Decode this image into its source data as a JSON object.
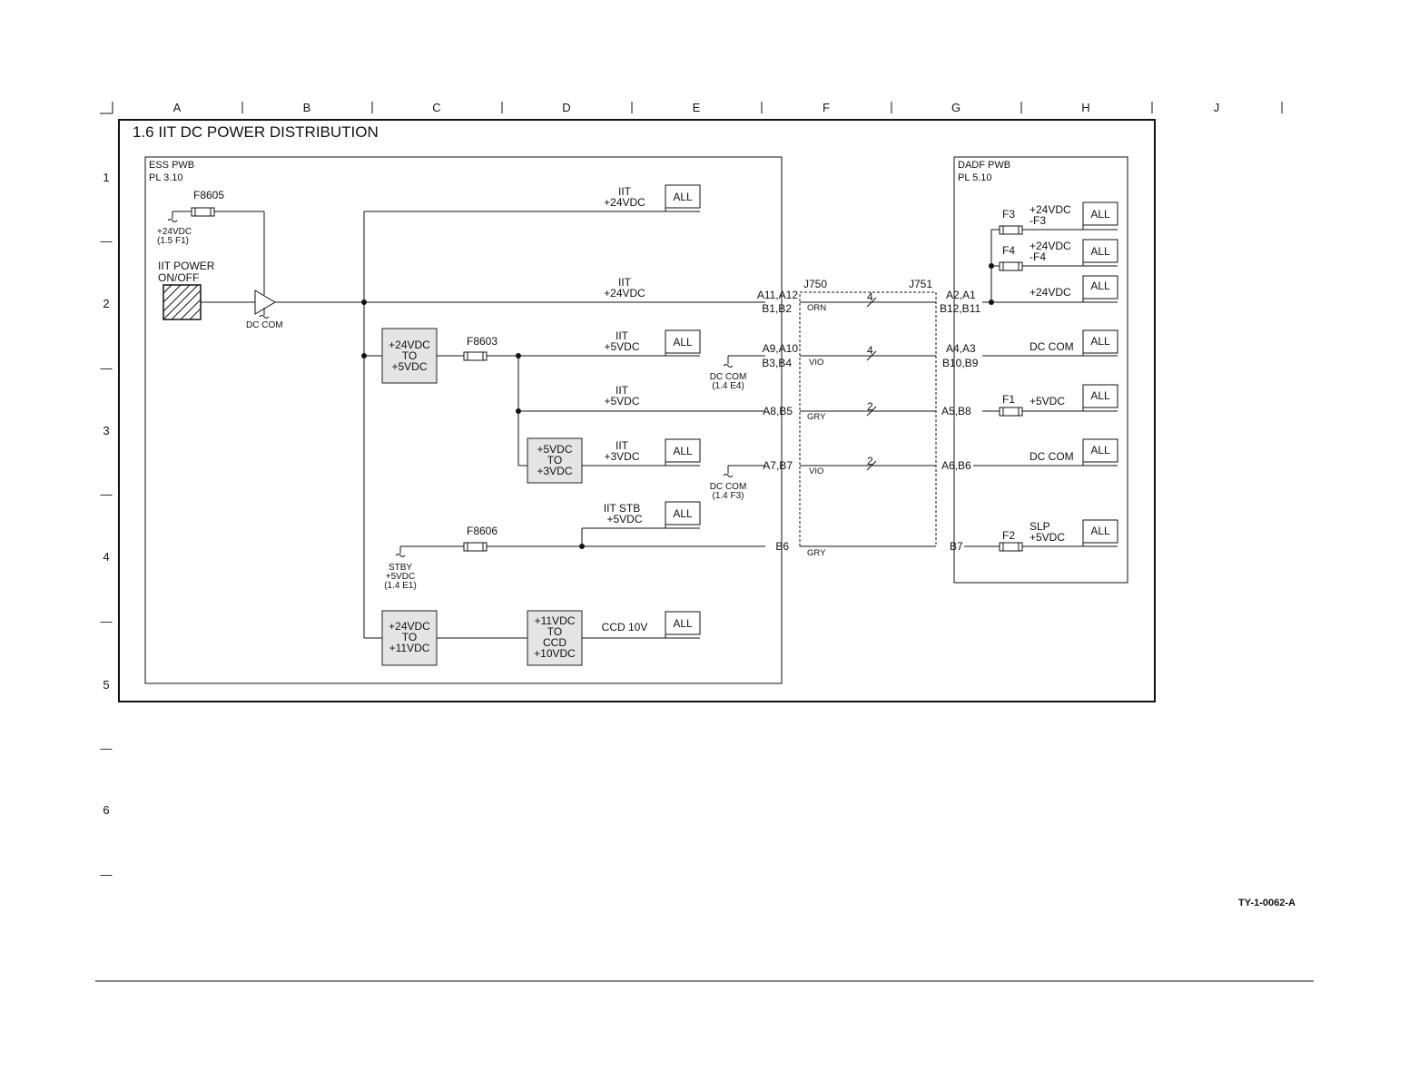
{
  "grid": {
    "cols": [
      "A",
      "B",
      "C",
      "D",
      "E",
      "F",
      "G",
      "H",
      "J"
    ],
    "rows": [
      "1",
      "—",
      "2",
      "—",
      "3",
      "—",
      "4",
      "—",
      "5",
      "—",
      "6",
      "—"
    ]
  },
  "title": "1.6 IIT DC POWER DISTRIBUTION",
  "ess": {
    "name": "ESS PWB",
    "pl": "PL 3.10"
  },
  "dadf": {
    "name": "DADF  PWB",
    "pl": "PL 5.10"
  },
  "left": {
    "f8605": "F8605",
    "v24_1": "+24VDC",
    "v24_2": "(1.5 F1)",
    "power_1": "IIT POWER",
    "power_2": "ON/OFF",
    "dccom": "DC COM",
    "f8603": "F8603",
    "f8606": "F8606",
    "stby_1": "STBY",
    "stby_2": "+5VDC",
    "stby_3": "(1.4 E1)",
    "dccom_e4_1": "DC COM",
    "dccom_e4_2": "(1.4 E4)",
    "dccom_f3_1": "DC COM",
    "dccom_f3_2": "(1.4 F3)"
  },
  "converters": {
    "c1": [
      "+24VDC",
      "TO",
      "+5VDC"
    ],
    "c2": [
      "+5VDC",
      "TO",
      "+3VDC"
    ],
    "c3": [
      "+24VDC",
      "TO",
      "+11VDC"
    ],
    "c4": [
      "+11VDC",
      "TO",
      "CCD",
      "+10VDC"
    ]
  },
  "signals": {
    "s1": [
      "IIT",
      "+24VDC"
    ],
    "s2": [
      "IIT",
      "+24VDC"
    ],
    "s3": [
      "IIT",
      "+5VDC"
    ],
    "s4": [
      "IIT",
      "+5VDC"
    ],
    "s5": [
      "IIT",
      "+3VDC"
    ],
    "s6": [
      "IIT STB",
      "+5VDC"
    ],
    "s7": "CCD 10V"
  },
  "all_label": "ALL",
  "j750": {
    "name": "J750",
    "pins": [
      "A11,A12",
      "B1,B2",
      "A9,A10",
      "B3,B4",
      "A8,B5",
      "A7,B7",
      "B6"
    ]
  },
  "j751": {
    "name": "J751",
    "pins": [
      "A2,A1",
      "B12,B11",
      "A4,A3",
      "B10,B9",
      "A5,B8",
      "A6,B6",
      "B7"
    ]
  },
  "wires": {
    "colors": [
      "ORN",
      "VIO",
      "GRY",
      "VIO",
      "GRY"
    ],
    "counts": [
      "4",
      "4",
      "2",
      "2"
    ]
  },
  "right": {
    "f3": "F3",
    "f3_v1": "+24VDC",
    "f3_v2": "-F3",
    "f4": "F4",
    "f4_v1": "+24VDC",
    "f4_v2": "-F4",
    "v24": "+24VDC",
    "dccom1": "DC COM",
    "f1": "F1",
    "f1_v": "+5VDC",
    "dccom2": "DC COM",
    "f2": "F2",
    "slp_1": "SLP",
    "slp_2": "+5VDC"
  },
  "ref": "TY-1-0062-A"
}
